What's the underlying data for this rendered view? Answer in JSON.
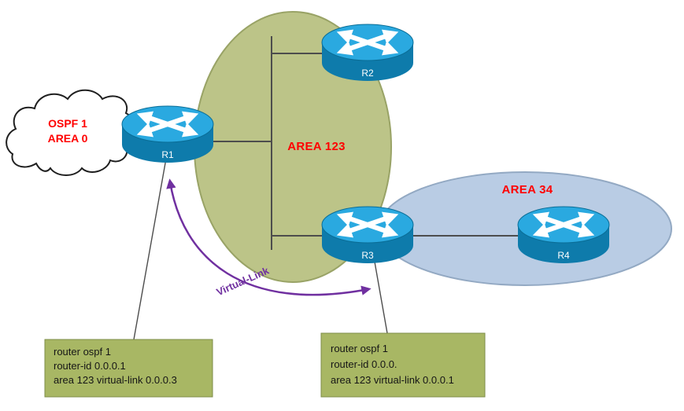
{
  "diagram": {
    "cloud": {
      "line1": "OSPF 1",
      "line2": "AREA 0"
    },
    "areas": [
      {
        "label": "AREA 123"
      },
      {
        "label": "AREA 34"
      }
    ],
    "routers": [
      {
        "label": "R1"
      },
      {
        "label": "R2"
      },
      {
        "label": "R3"
      },
      {
        "label": "R4"
      }
    ],
    "virtual_link_label": "Virtual-Link",
    "config_boxes": [
      {
        "lines": [
          "router ospf 1",
          "router-id 0.0.0.1",
          "area 123 virtual-link 0.0.0.3"
        ]
      },
      {
        "lines": [
          "router ospf 1",
          "router-id 0.0.0.",
          "area 123 virtual-link 0.0.0.1"
        ]
      }
    ],
    "colors": {
      "area123_fill": "#bcc488",
      "area123_stroke": "#99a366",
      "area34_fill": "#b9cce4",
      "area34_stroke": "#93a9c3",
      "config_fill": "#a8b764",
      "config_stroke": "#7e8c48",
      "router_top": "#2aa9e0",
      "router_side": "#0e7bab",
      "label_red": "#ff0000",
      "virtual_link_purple": "#7030a0",
      "line_gray": "#4d4d4d",
      "cloud_fill": "#ffffff",
      "cloud_stroke": "#1f1f1f"
    }
  }
}
